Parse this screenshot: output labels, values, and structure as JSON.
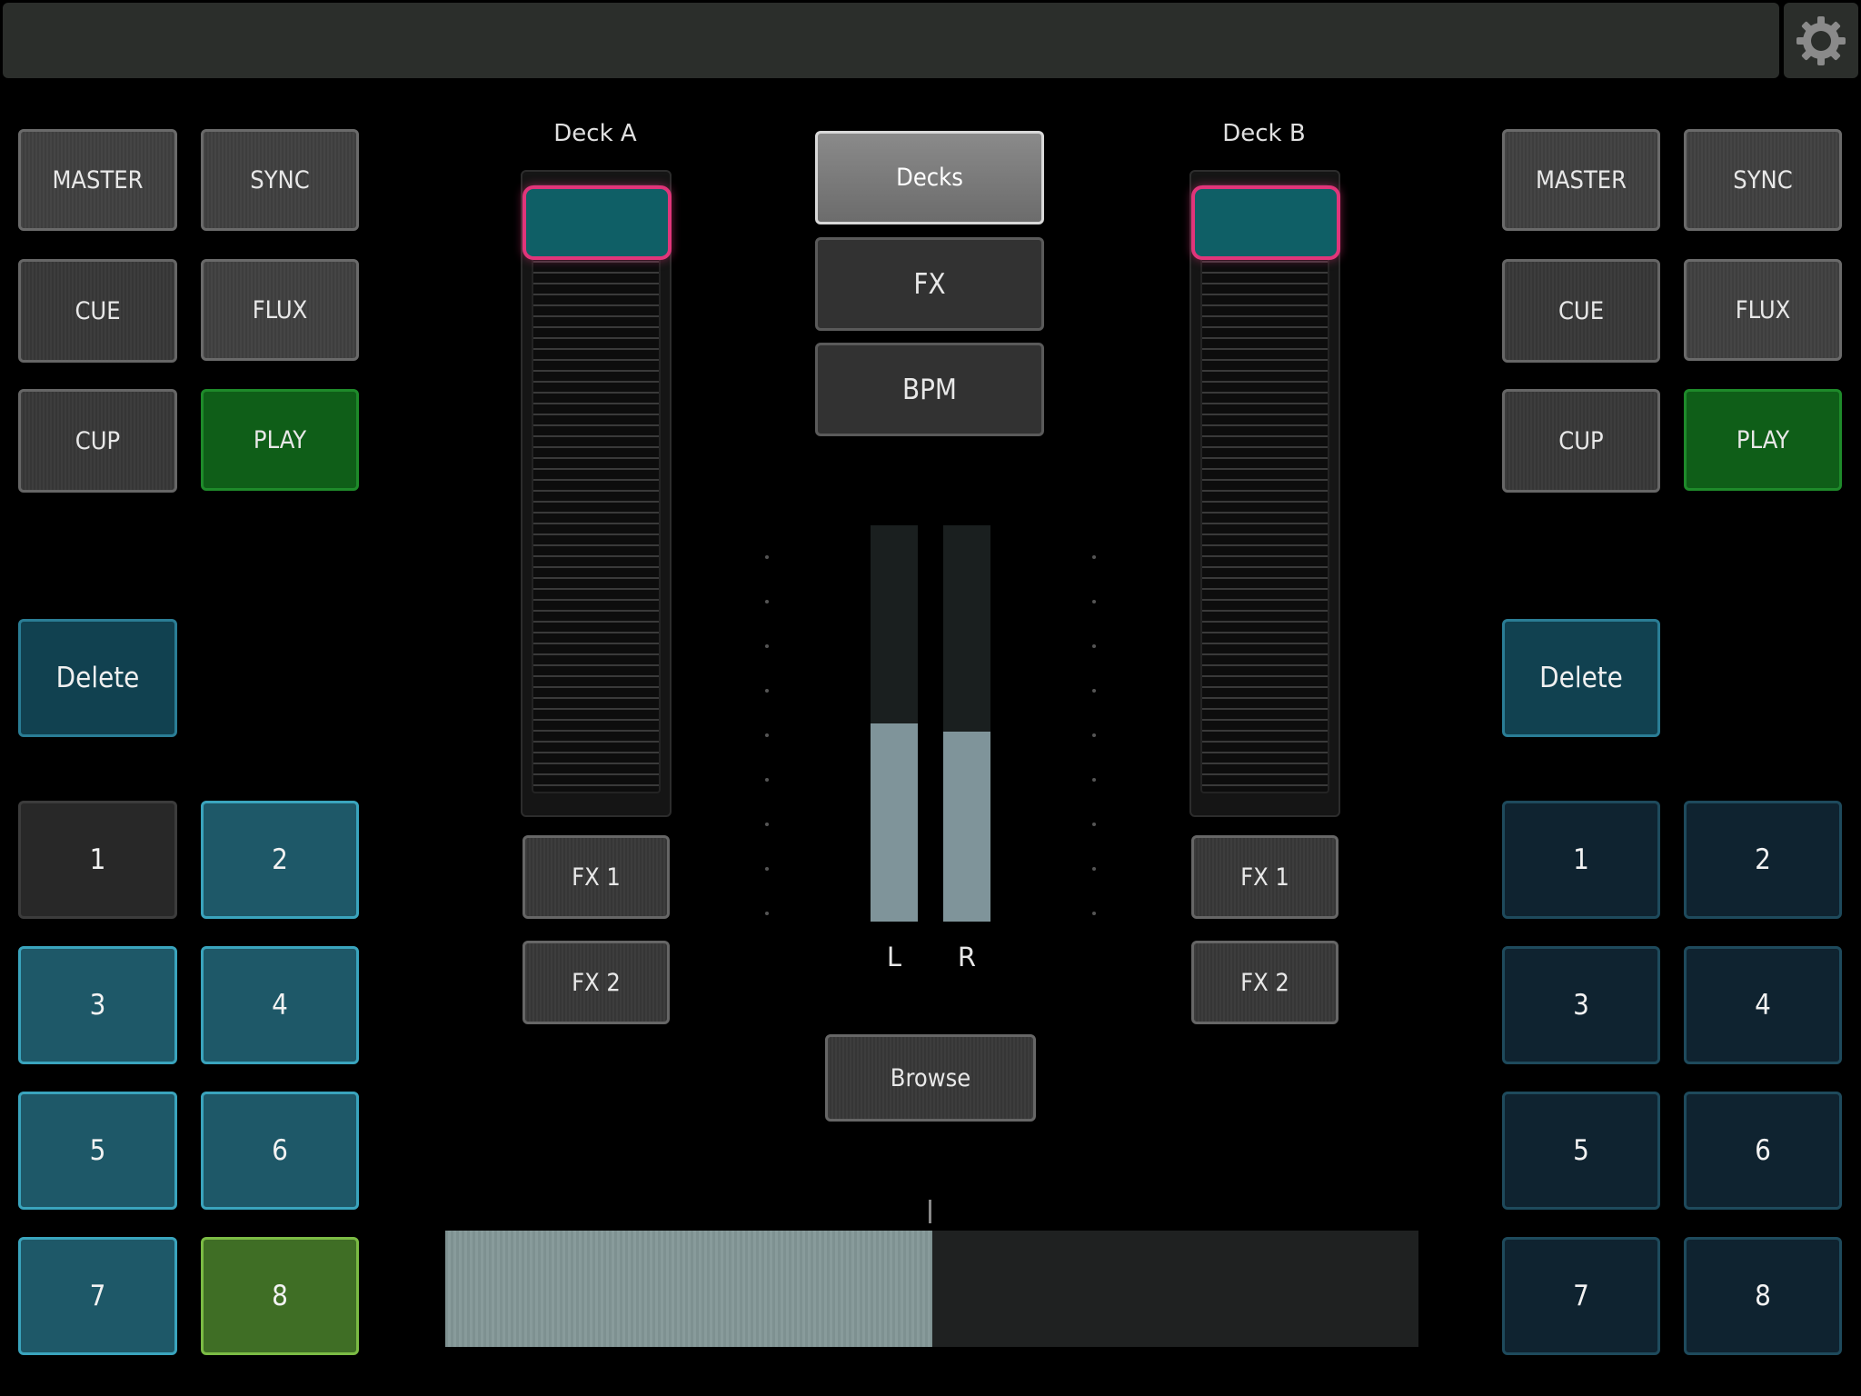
{
  "header": {
    "settings_icon": "gear-icon"
  },
  "colors": {
    "accent_teal": "#1e5868",
    "play_green": "#0f5e18",
    "fader_handle_border": "#e0357a"
  },
  "deck_a": {
    "label": "Deck A",
    "buttons": {
      "master": "MASTER",
      "sync": "SYNC",
      "cue": "CUE",
      "flux": "FLUX",
      "cup": "CUP",
      "play": "PLAY",
      "delete": "Delete"
    },
    "pads": [
      "1",
      "2",
      "3",
      "4",
      "5",
      "6",
      "7",
      "8"
    ],
    "fx1": "FX 1",
    "fx2": "FX 2"
  },
  "deck_b": {
    "label": "Deck B",
    "buttons": {
      "master": "MASTER",
      "sync": "SYNC",
      "cue": "CUE",
      "flux": "FLUX",
      "cup": "CUP",
      "play": "PLAY",
      "delete": "Delete"
    },
    "pads": [
      "1",
      "2",
      "3",
      "4",
      "5",
      "6",
      "7",
      "8"
    ],
    "fx1": "FX 1",
    "fx2": "FX 2"
  },
  "modes": {
    "decks": "Decks",
    "fx": "FX",
    "bpm": "BPM"
  },
  "meters": {
    "left_label": "L",
    "right_label": "R",
    "left_level": 0.5,
    "right_level": 0.48
  },
  "browse": "Browse",
  "crossfader": {
    "position": 0.5
  }
}
